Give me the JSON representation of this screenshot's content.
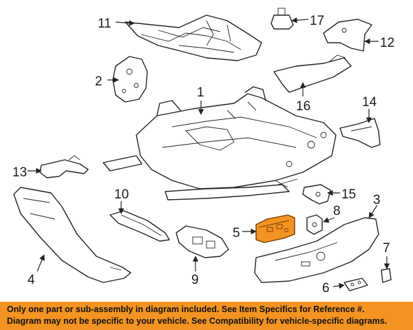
{
  "callouts": {
    "c1": "1",
    "c2": "2",
    "c3": "3",
    "c4": "4",
    "c5": "5",
    "c6": "6",
    "c7": "7",
    "c8": "8",
    "c9": "9",
    "c10": "10",
    "c11": "11",
    "c12": "12",
    "c13": "13",
    "c14": "14",
    "c15": "15",
    "c16": "16",
    "c17": "17"
  },
  "banner": {
    "line1": "Only one part or sub-assembly in diagram included. See Item Specifics for Reference #.",
    "line2": "Diagram may not be specific to your vehicle. See Compatibility for vehicle-specific diagrams."
  },
  "colors": {
    "banner_bg": "#f39322",
    "highlight_part": "#f39322",
    "line": "#222222"
  }
}
